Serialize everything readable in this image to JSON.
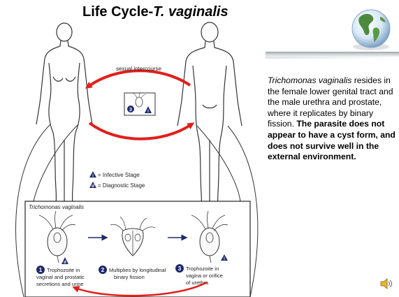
{
  "title": {
    "main": "Life Cycle-",
    "species": "T. vaginalis"
  },
  "description": {
    "species": "Trichomonas vaginalis",
    "text": " resides in the female lower genital tract and the male urethra and prostate, where it replicates by binary fission.  ",
    "bold": "The parasite does not appear to have a cyst form, and does not survive well in the external environment."
  },
  "diagram": {
    "transmission_label": "sexual intercourse",
    "legend": {
      "infective": "= Infective Stage",
      "diagnostic": "= Diagnostic Stage",
      "infective_letter": "i",
      "diagnostic_letter": "d"
    },
    "inset_title": "Trichomonas vaginalis",
    "stages": [
      {
        "number": "1",
        "line1": "Trophozoite in",
        "line2": "vaginal and prostatic",
        "line3": "secretions and urine",
        "letter": "d"
      },
      {
        "number": "2",
        "line1": "Multiplies by longitudinal",
        "line2": "binary fission",
        "line3": "",
        "letter": ""
      },
      {
        "number": "3",
        "line1": "Trophozoite in",
        "line2": "vagina or orifice",
        "line3": "of urethra",
        "letter": "i"
      }
    ],
    "center_badge": {
      "number": "3",
      "letter": "i"
    }
  },
  "colors": {
    "arrow_red": "#e0201c",
    "badge_navy": "#1f2a6b",
    "body_outline": "#333333"
  },
  "icons": [
    "globe-icon",
    "speaker-icon"
  ]
}
